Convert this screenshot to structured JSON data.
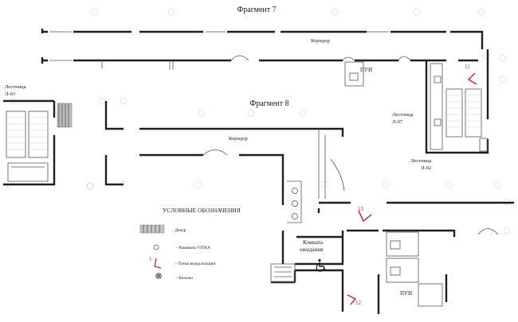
{
  "fragment7": {
    "title": "Фрагмент 7",
    "corridor": "Коридор",
    "cleaning_room": "ПУИ"
  },
  "fragment8": {
    "title": "Фрагмент 8",
    "corridor": "Коридор",
    "waiting_room_line1": "Комната",
    "waiting_room_line2": "ожидания",
    "cleaning_room": "ПУИ"
  },
  "stairs": {
    "l03_line1": "Лестница",
    "l03_line2": "Л-03",
    "l07_line1": "Лестница",
    "l07_line2": "Л-07",
    "l02_line1": "Лестница",
    "l02_line2": "Л-02"
  },
  "viewpoints": {
    "p11": "11",
    "p12": "12",
    "p13": "13"
  },
  "legend": {
    "title": "УСЛОВНЫЕ ОБОЗНАЧЕНИЯ",
    "items": [
      {
        "icon": "hatched-panel-icon",
        "label": "- Декор"
      },
      {
        "icon": "sink-icon",
        "label": "- Раковина VITRA"
      },
      {
        "icon": "viewpoint-arrow-icon",
        "marker": "1",
        "label": "- Точки визуализации"
      },
      {
        "icon": "vase-icon",
        "label": "- Вазоны"
      }
    ]
  },
  "colors": {
    "walls": "#1f1f1f",
    "viewpoint": "#d9262b",
    "background": "#ffffff"
  },
  "icons": {
    "accessibility": "wheelchair-icon"
  }
}
